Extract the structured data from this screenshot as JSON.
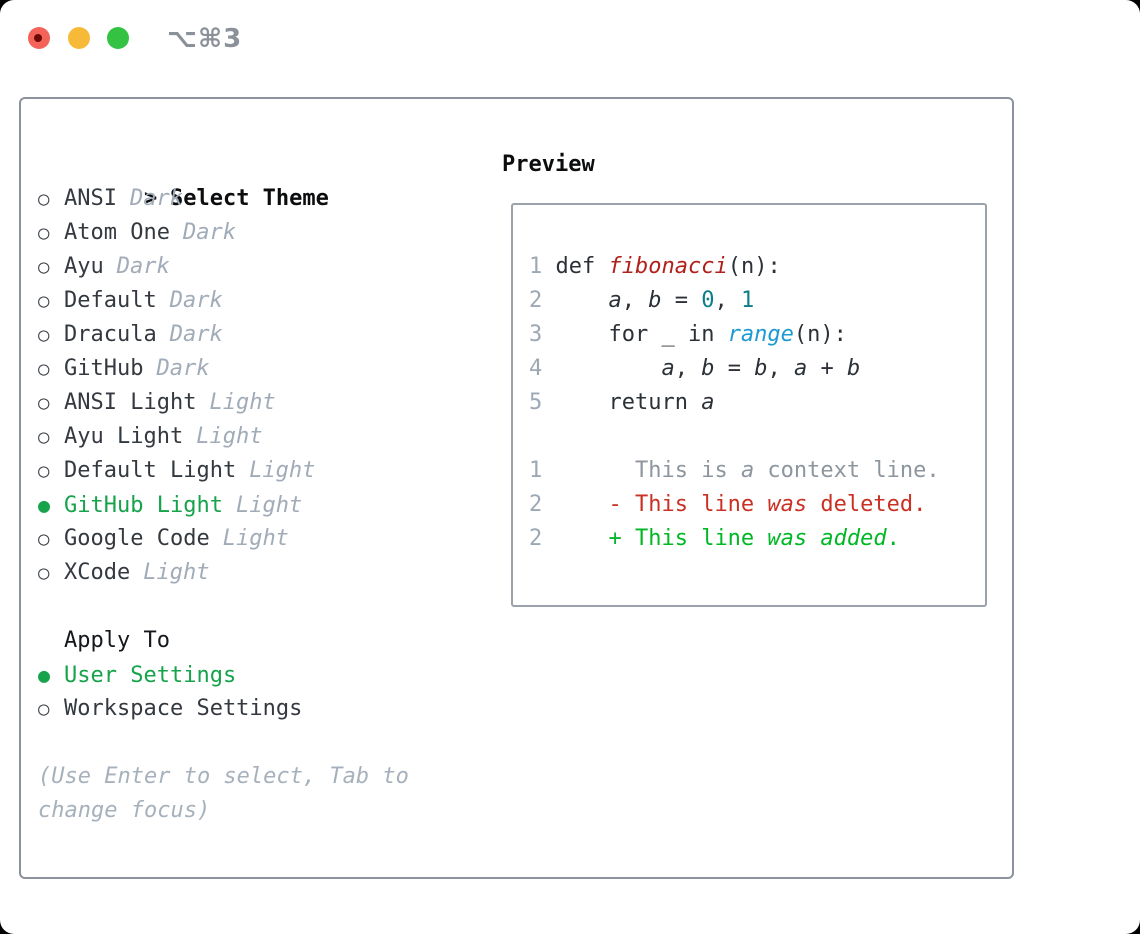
{
  "window": {
    "title": "⌥⌘3"
  },
  "colors": {
    "accent_green": "#16a34b",
    "added_green": "#00b724",
    "deleted_red": "#ca3124",
    "function_red": "#b0211c",
    "number_teal": "#0d7e89",
    "builtin_blue": "#1b9ad2",
    "muted_gray": "#a1acb8"
  },
  "theme_list": {
    "prompt": ">",
    "header": "Select Theme",
    "items": [
      {
        "name": "ANSI",
        "variant": "Dark",
        "selected": false
      },
      {
        "name": "Atom One",
        "variant": "Dark",
        "selected": false
      },
      {
        "name": "Ayu",
        "variant": "Dark",
        "selected": false
      },
      {
        "name": "Default",
        "variant": "Dark",
        "selected": false
      },
      {
        "name": "Dracula",
        "variant": "Dark",
        "selected": false
      },
      {
        "name": "GitHub",
        "variant": "Dark",
        "selected": false
      },
      {
        "name": "ANSI Light",
        "variant": "Light",
        "selected": false
      },
      {
        "name": "Ayu Light",
        "variant": "Light",
        "selected": false
      },
      {
        "name": "Default Light",
        "variant": "Light",
        "selected": false
      },
      {
        "name": "GitHub Light",
        "variant": "Light",
        "selected": true
      },
      {
        "name": "Google Code",
        "variant": "Light",
        "selected": false
      },
      {
        "name": "XCode",
        "variant": "Light",
        "selected": false
      }
    ]
  },
  "apply_to": {
    "header": "Apply To",
    "options": [
      {
        "label": "User Settings",
        "selected": true
      },
      {
        "label": "Workspace Settings",
        "selected": false
      }
    ]
  },
  "hint": "(Use Enter to select, Tab to change focus)",
  "preview": {
    "header": "Preview",
    "code_lines": [
      {
        "num": "1",
        "segs": [
          {
            "c": "code",
            "t": "def "
          },
          {
            "c": "func",
            "t": "fibonacci"
          },
          {
            "c": "code",
            "t": "(n):"
          }
        ]
      },
      {
        "num": "2",
        "segs": [
          {
            "c": "code",
            "t": "    "
          },
          {
            "c": "var",
            "t": "a"
          },
          {
            "c": "code",
            "t": ", "
          },
          {
            "c": "var",
            "t": "b"
          },
          {
            "c": "code",
            "t": " = "
          },
          {
            "c": "numlit",
            "t": "0"
          },
          {
            "c": "code",
            "t": ", "
          },
          {
            "c": "numlit",
            "t": "1"
          }
        ]
      },
      {
        "num": "3",
        "segs": [
          {
            "c": "code",
            "t": "    for _ in "
          },
          {
            "c": "builtin",
            "t": "range"
          },
          {
            "c": "code",
            "t": "(n):"
          }
        ]
      },
      {
        "num": "4",
        "segs": [
          {
            "c": "code",
            "t": "        "
          },
          {
            "c": "var",
            "t": "a"
          },
          {
            "c": "code",
            "t": ", "
          },
          {
            "c": "var",
            "t": "b"
          },
          {
            "c": "code",
            "t": " = "
          },
          {
            "c": "var",
            "t": "b"
          },
          {
            "c": "code",
            "t": ", "
          },
          {
            "c": "var",
            "t": "a"
          },
          {
            "c": "code",
            "t": " + "
          },
          {
            "c": "var",
            "t": "b"
          }
        ]
      },
      {
        "num": "5",
        "segs": [
          {
            "c": "code",
            "t": "    return "
          },
          {
            "c": "var",
            "t": "a"
          }
        ]
      }
    ],
    "diff_lines": [
      {
        "num": "1",
        "segs": [
          {
            "c": "ctx",
            "t": "      This is "
          },
          {
            "c": "ctx-i",
            "t": "a"
          },
          {
            "c": "ctx",
            "t": " context line."
          }
        ]
      },
      {
        "num": "2",
        "segs": [
          {
            "c": "del",
            "t": "    - This line "
          },
          {
            "c": "del-i",
            "t": "was"
          },
          {
            "c": "del",
            "t": " deleted."
          }
        ]
      },
      {
        "num": "2",
        "segs": [
          {
            "c": "add",
            "t": "    + This line "
          },
          {
            "c": "add-i",
            "t": "was"
          },
          {
            "c": "add",
            "t": " "
          },
          {
            "c": "add-i",
            "t": "added"
          },
          {
            "c": "add",
            "t": "."
          }
        ]
      }
    ]
  }
}
